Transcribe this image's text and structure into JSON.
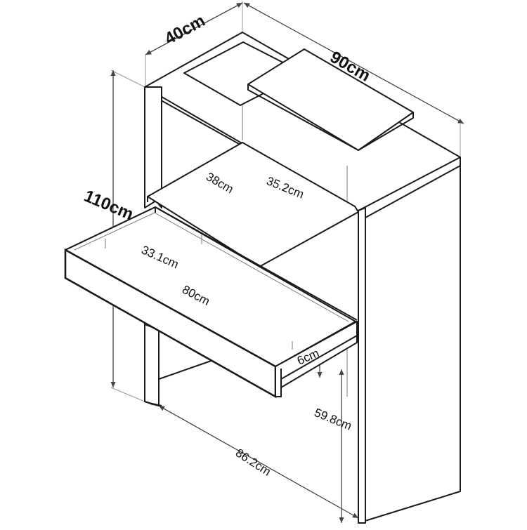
{
  "dimensions": {
    "depth": "40cm",
    "width": "90cm",
    "height": "110cm",
    "shelf_depth": "38cm",
    "shelf_height": "35.2cm",
    "drawer_depth": "33.1cm",
    "drawer_width": "80cm",
    "drawer_height": "6cm",
    "desk_clearance": "59.8cm",
    "inner_width": "86.2cm"
  },
  "colors": {
    "line": "#1a1a1a",
    "dimension_line": "#444444",
    "background": "#ffffff"
  }
}
